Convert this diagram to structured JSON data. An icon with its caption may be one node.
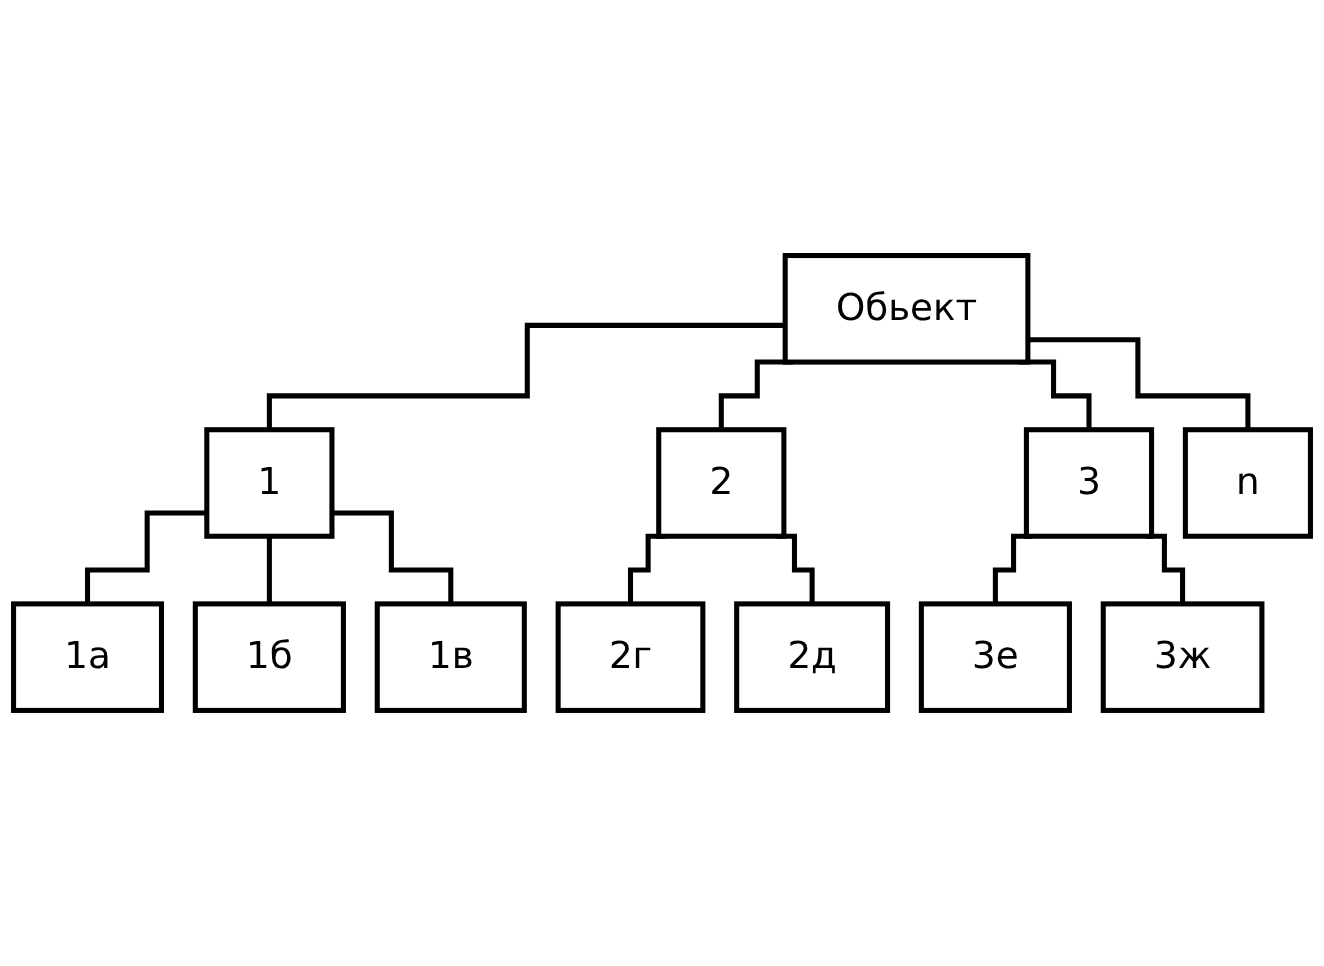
{
  "diagram": {
    "nodes": [
      {
        "text": [
          "Обьект"
        ]
      },
      {
        "text": [
          "1"
        ]
      },
      {
        "text": [
          "2"
        ]
      },
      {
        "text": [
          "3"
        ]
      },
      {
        "text": [
          "n"
        ]
      },
      {
        "text": [
          "1а"
        ]
      },
      {
        "text": [
          "1б"
        ]
      },
      {
        "text": [
          "1в"
        ]
      },
      {
        "text": [
          "2г"
        ]
      },
      {
        "text": [
          "2д"
        ]
      },
      {
        "text": [
          "3е"
        ]
      },
      {
        "text": [
          "3ж"
        ]
      }
    ],
    "edges": [
      {
        "from": 0,
        "to": 1,
        "arrow": "none"
      },
      {
        "from": 0,
        "to": 2,
        "arrow": "none"
      },
      {
        "from": 0,
        "to": 3,
        "arrow": "none"
      },
      {
        "from": 0,
        "to": 4,
        "arrow": "none"
      },
      {
        "from": 1,
        "to": 5,
        "arrow": "none"
      },
      {
        "from": 1,
        "to": 6,
        "arrow": "none"
      },
      {
        "from": 1,
        "to": 7,
        "arrow": "none"
      },
      {
        "from": 2,
        "to": 8,
        "arrow": "none"
      },
      {
        "from": 2,
        "to": 9,
        "arrow": "none"
      },
      {
        "from": 3,
        "to": 10,
        "arrow": "none"
      },
      {
        "from": 3,
        "to": 11,
        "arrow": "none"
      }
    ]
  }
}
